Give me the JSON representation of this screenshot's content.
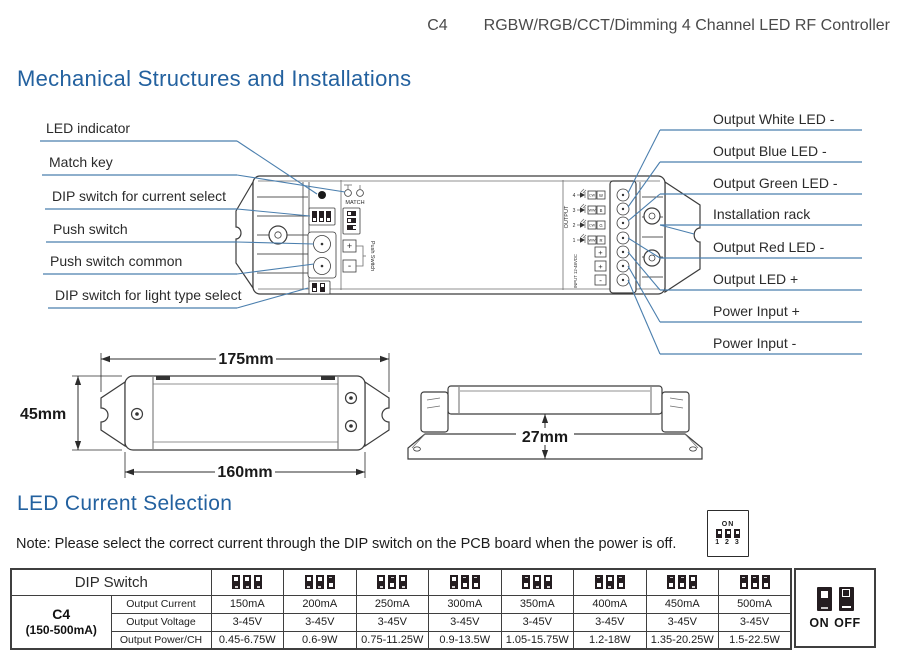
{
  "page": {
    "model": "C4",
    "product_title": "RGBW/RGB/CCT/Dimming 4 Channel LED RF Controller",
    "section1_title": "Mechanical Structures and Installations",
    "section2_title": "LED Current Selection",
    "note": "Note: Please select the correct current through the DIP switch on the PCB board when the power is off."
  },
  "colors": {
    "accent_blue": "#23619f",
    "leader_blue": "#4b7fae",
    "switch_body": "#241d20"
  },
  "diagram": {
    "left_labels": [
      "LED indicator",
      "Match key",
      "DIP switch for current select",
      "Push switch",
      "Push switch common",
      "DIP switch for light type select"
    ],
    "right_labels": [
      "Output White LED -",
      "Output Blue LED -",
      "Output Green LED -",
      "Installation rack",
      "Output Red LED -",
      "Output LED +",
      "Power Input +",
      "Power Input -"
    ],
    "device": {
      "match": "MATCH",
      "push_switch": "Push Switch",
      "output": "OUTPUT",
      "input": "INPUT 12-48VDC",
      "plus": "+",
      "minus": "-",
      "channels": [
        "4",
        "3",
        "2",
        "1"
      ],
      "channel_types": [
        "CW",
        "WW",
        "CW",
        "WW"
      ],
      "channel_colors": [
        "W",
        "B",
        "G",
        "R"
      ]
    }
  },
  "dimensions": {
    "overall_width": "175mm",
    "height": "45mm",
    "body_width": "160mm",
    "depth": "27mm"
  },
  "note_dip": {
    "on": "ON",
    "numbers": "1 2 3",
    "pattern": "TTT"
  },
  "table": {
    "header": "DIP Switch",
    "model": "C4",
    "model_range": "(150-500mA)",
    "row_labels": [
      "Output Current",
      "Output Voltage",
      "Output Power/CH"
    ],
    "columns": [
      {
        "dip": "TTT",
        "current": "150mA",
        "voltage": "3-45V",
        "power": "0.45-6.75W"
      },
      {
        "dip": "TTB",
        "current": "200mA",
        "voltage": "3-45V",
        "power": "0.6-9W"
      },
      {
        "dip": "TBT",
        "current": "250mA",
        "voltage": "3-45V",
        "power": "0.75-11.25W"
      },
      {
        "dip": "TBB",
        "current": "300mA",
        "voltage": "3-45V",
        "power": "0.9-13.5W"
      },
      {
        "dip": "BTT",
        "current": "350mA",
        "voltage": "3-45V",
        "power": "1.05-15.75W"
      },
      {
        "dip": "BTB",
        "current": "400mA",
        "voltage": "3-45V",
        "power": "1.2-18W"
      },
      {
        "dip": "BBT",
        "current": "450mA",
        "voltage": "3-45V",
        "power": "1.35-20.25W"
      },
      {
        "dip": "BBB",
        "current": "500mA",
        "voltage": "3-45V",
        "power": "1.5-22.5W"
      }
    ],
    "legend": {
      "on": "ON",
      "off": "OFF"
    }
  }
}
